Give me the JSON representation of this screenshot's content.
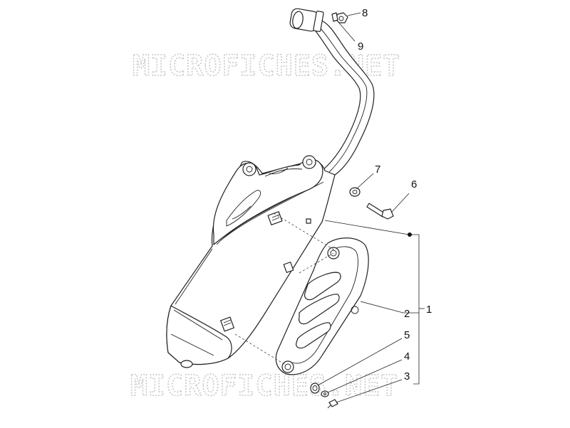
{
  "watermark": {
    "text": "MICROFICHES.NET"
  },
  "callouts": [
    {
      "id": "c8",
      "label": "8"
    },
    {
      "id": "c9",
      "label": "9"
    },
    {
      "id": "c7",
      "label": "7"
    },
    {
      "id": "c6",
      "label": "6"
    },
    {
      "id": "c1",
      "label": "1"
    },
    {
      "id": "c2",
      "label": "2"
    },
    {
      "id": "c5",
      "label": "5"
    },
    {
      "id": "c4",
      "label": "4"
    },
    {
      "id": "c3",
      "label": "3"
    }
  ]
}
